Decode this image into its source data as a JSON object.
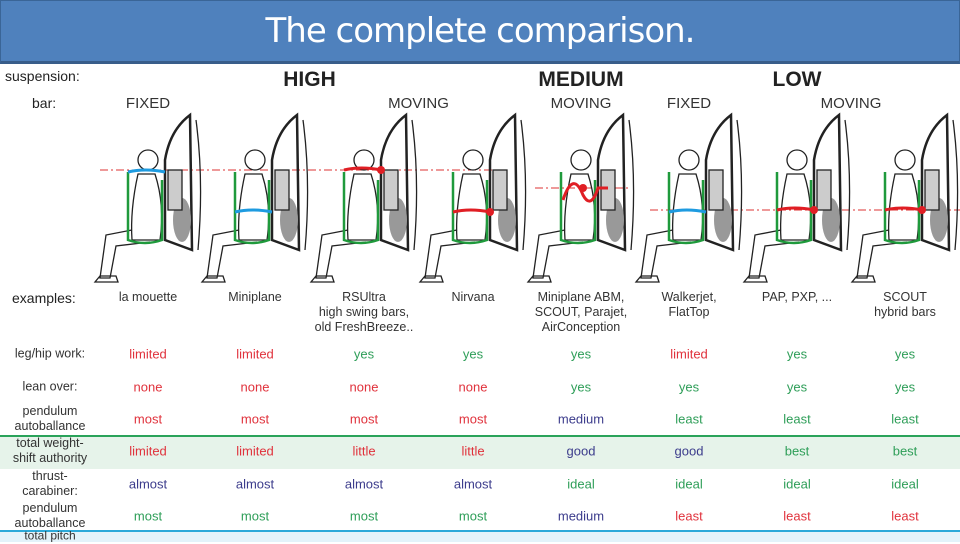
{
  "title": "The complete comparison.",
  "labels": {
    "suspension": "suspension:",
    "bar": "bar:",
    "examples": "examples:"
  },
  "groups": [
    {
      "label": "HIGH",
      "col": 1.5
    },
    {
      "label": "MEDIUM",
      "col": 4
    },
    {
      "label": "LOW",
      "col": 6
    }
  ],
  "bars": [
    {
      "label": "FIXED",
      "col": 0
    },
    {
      "label": "MOVING",
      "col": 2.5
    },
    {
      "label": "MOVING",
      "col": 4
    },
    {
      "label": "FIXED",
      "col": 5
    },
    {
      "label": "MOVING",
      "col": 6.5
    }
  ],
  "examples": [
    "la mouette",
    "Miniplane",
    "RSUltra\nhigh swing bars,\nold FreshBreeze..",
    "Nirvana",
    "Miniplane ABM,\nSCOUT, Parajet,\nAirConception",
    "Walkerjet,\nFlatTop",
    "PAP, PXP, ...",
    "SCOUT\nhybrid bars"
  ],
  "colors": {
    "red": "#e0323c",
    "green": "#2e9e58",
    "navy": "#3c3c8c",
    "title_bar": "#4f81bd",
    "harness_green": "#1f9a3c",
    "bar_blue": "#1e9be0",
    "bar_red": "#e01e24"
  },
  "rows": [
    {
      "label": "leg/hip work:",
      "values": [
        [
          "limited",
          "red"
        ],
        [
          "limited",
          "red"
        ],
        [
          "yes",
          "green"
        ],
        [
          "yes",
          "green"
        ],
        [
          "yes",
          "green"
        ],
        [
          "limited",
          "red"
        ],
        [
          "yes",
          "green"
        ],
        [
          "yes",
          "green"
        ]
      ]
    },
    {
      "label": "lean over:",
      "values": [
        [
          "none",
          "red"
        ],
        [
          "none",
          "red"
        ],
        [
          "none",
          "red"
        ],
        [
          "none",
          "red"
        ],
        [
          "yes",
          "green"
        ],
        [
          "yes",
          "green"
        ],
        [
          "yes",
          "green"
        ],
        [
          "yes",
          "green"
        ]
      ]
    },
    {
      "label": "pendulum\nautoballance",
      "values": [
        [
          "most",
          "red"
        ],
        [
          "most",
          "red"
        ],
        [
          "most",
          "red"
        ],
        [
          "most",
          "red"
        ],
        [
          "medium",
          "navy"
        ],
        [
          "least",
          "green"
        ],
        [
          "least",
          "green"
        ],
        [
          "least",
          "green"
        ]
      ]
    },
    {
      "label": "total weight-\nshift authority",
      "values": [
        [
          "limited",
          "red"
        ],
        [
          "limited",
          "red"
        ],
        [
          "little",
          "red"
        ],
        [
          "little",
          "red"
        ],
        [
          "good",
          "navy"
        ],
        [
          "good",
          "navy"
        ],
        [
          "best",
          "green"
        ],
        [
          "best",
          "green"
        ]
      ]
    },
    {
      "label": "thrust-\ncarabiner:",
      "values": [
        [
          "almost",
          "navy"
        ],
        [
          "almost",
          "navy"
        ],
        [
          "almost",
          "navy"
        ],
        [
          "almost",
          "navy"
        ],
        [
          "ideal",
          "green"
        ],
        [
          "ideal",
          "green"
        ],
        [
          "ideal",
          "green"
        ],
        [
          "ideal",
          "green"
        ]
      ]
    },
    {
      "label": "pendulum\nautoballance",
      "values": [
        [
          "most",
          "green"
        ],
        [
          "most",
          "green"
        ],
        [
          "most",
          "green"
        ],
        [
          "most",
          "green"
        ],
        [
          "medium",
          "navy"
        ],
        [
          "least",
          "red"
        ],
        [
          "least",
          "red"
        ],
        [
          "least",
          "red"
        ]
      ]
    }
  ],
  "cut_row_label": "total pitch"
}
